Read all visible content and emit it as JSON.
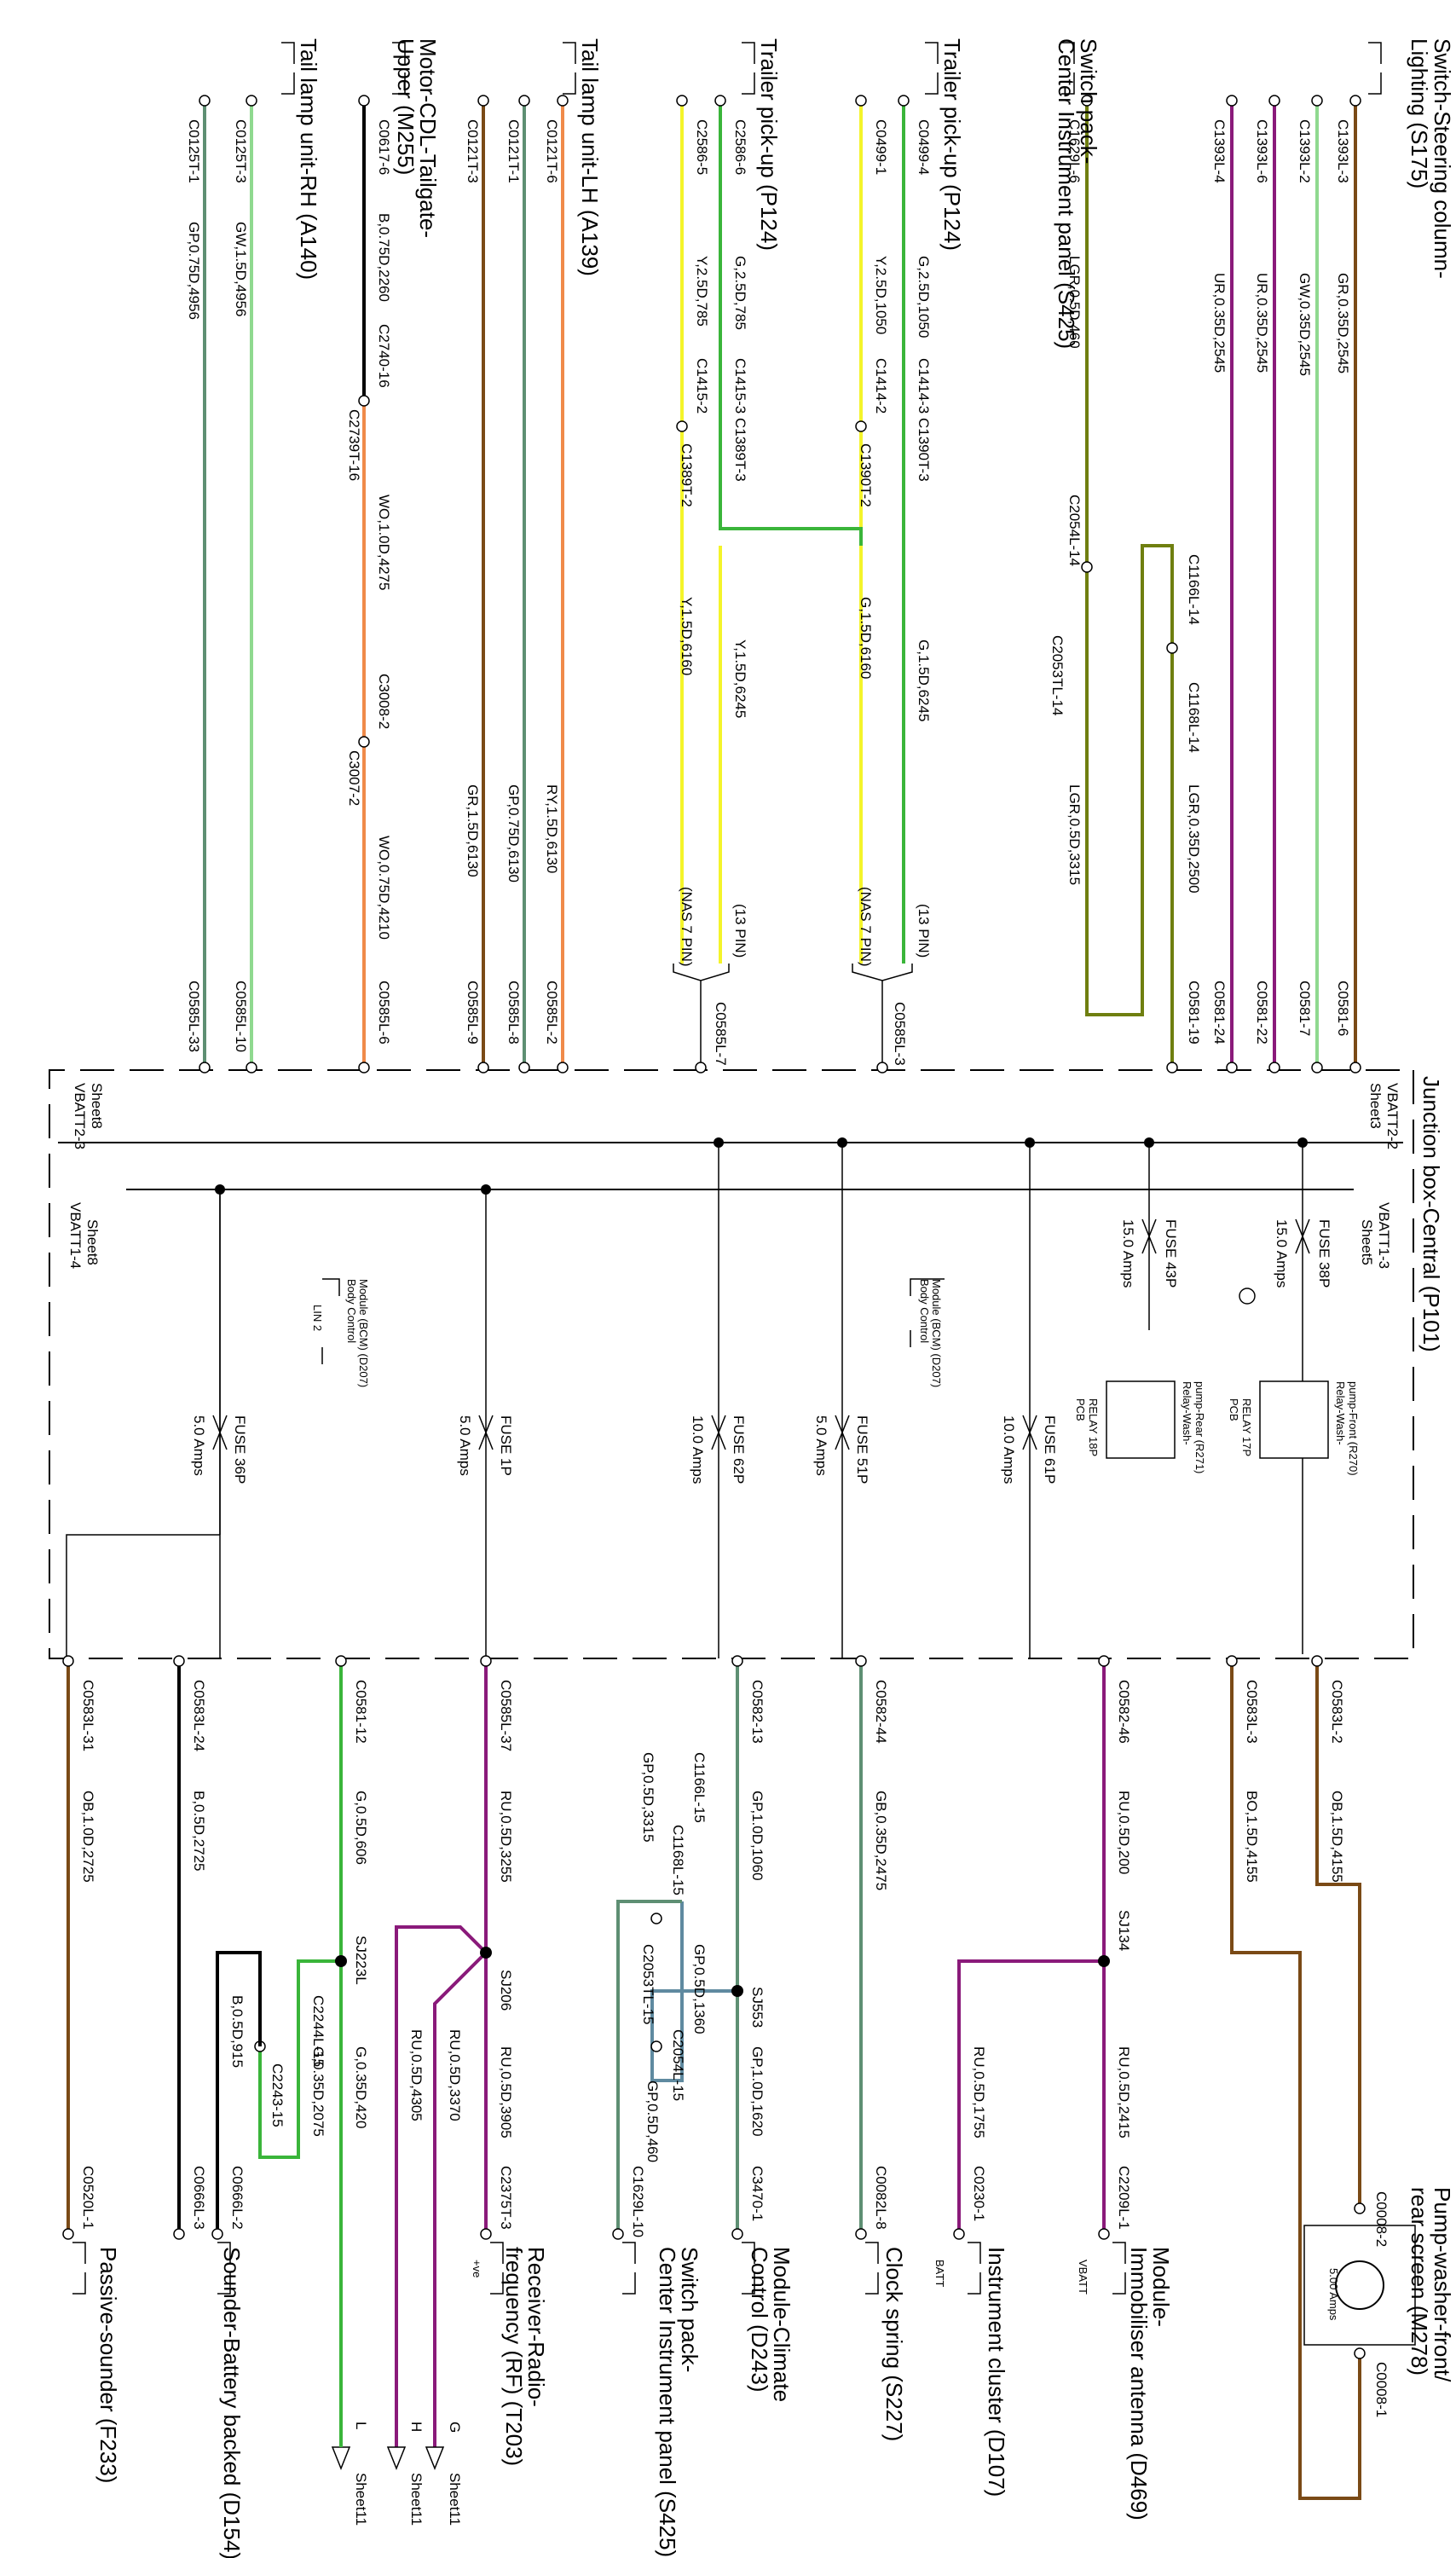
{
  "colors": {
    "brown": "#7a4a16",
    "purple": "#8a1a7a",
    "green": "#3ab53a",
    "light_green": "#8fd98f",
    "gray_green": "#5e8f73",
    "black": "#000000",
    "orange": "#f08a4a",
    "yellow": "#f4f42a",
    "olive": "#6f7f10",
    "slate": "#5f8aa0"
  },
  "top_components": {
    "switch_steering": {
      "line1": "Switch-Steering column-",
      "line2": "Lighting (S175)"
    },
    "switch_pack_top": {
      "line1": "Switch pack-",
      "line2": "Center Instrument panel (S425)"
    },
    "trailer_pickup_1": {
      "line1": "Trailer pick-up (P124)"
    },
    "trailer_pickup_2": {
      "line1": "Trailer pick-up (P124)"
    },
    "tail_lamp_lh": {
      "line1": "Tail lamp unit-LH (A139)"
    },
    "motor_cdl": {
      "line1": "Motor-CDL-Tailgate-",
      "line2": "Upper (M255)"
    },
    "tail_lamp_rh": {
      "line1": "Tail lamp unit-RH (A140)"
    }
  },
  "junction_box": {
    "title": "Junction box-Central (P101)",
    "vbatt2_top": "VBATT2-2",
    "sheet3": "Sheet3",
    "vbatt1_top": "VBATT1-3",
    "sheet5": "Sheet5",
    "vbatt2_bottom": "VBATT2-3",
    "sheet8a": "Sheet8",
    "vbatt1_bottom": "VBATT1-4",
    "sheet8b": "Sheet8"
  },
  "fuses": [
    {
      "name": "FUSE 38P",
      "rating": "15.0 Amps"
    },
    {
      "name": "FUSE 43P",
      "rating": "15.0 Amps"
    },
    {
      "name": "FUSE 61P",
      "rating": "10.0 Amps"
    },
    {
      "name": "FUSE 51P",
      "rating": "5.0 Amps"
    },
    {
      "name": "FUSE 62P",
      "rating": "10.0 Amps"
    },
    {
      "name": "FUSE 1P",
      "rating": "5.0 Amps"
    },
    {
      "name": "FUSE 36P",
      "rating": "5.0 Amps"
    }
  ],
  "relays": {
    "front": {
      "line1": "Relay-Wash-",
      "line2": "pump-Front (R270)",
      "pcb1": "RELAY 17P",
      "pcb2": "PCB"
    },
    "rear": {
      "line1": "Relay-Wash-",
      "line2": "pump-Rear (R271)",
      "pcb1": "RELAY 18P",
      "pcb2": "PCB"
    }
  },
  "bcm": {
    "upper": {
      "line1": "Body Control",
      "line2": "Module (BCM) (D207)"
    },
    "lower": {
      "line1": "Body Control",
      "line2": "Module (BCM) (D207)",
      "pin": "LIN 2"
    }
  },
  "top_wires": [
    {
      "c1": "C1393L-3",
      "spec": "GR,0.35D,2545",
      "c2": "C0581-6"
    },
    {
      "c1": "C1393L-2",
      "spec": "GW,0.35D,2545",
      "c2": "C0581-7"
    },
    {
      "c1": "C1393L-6",
      "spec": "UR,0.35D,2545",
      "c2": "C0581-22"
    },
    {
      "c1": "C1393L-4",
      "spec": "UR,0.35D,2545",
      "c2": "C0581-24"
    },
    {
      "c1": "C1629L-6",
      "spec": "LGR,0.5D,460",
      "c2": "C0581-19"
    },
    {
      "c1": "C0499-4",
      "spec": "G,2.5D,1050"
    },
    {
      "c1": "C0499-1",
      "spec": "Y,2.5D,1050"
    },
    {
      "c1": "C2586-6",
      "spec": "G,2.5D,785"
    },
    {
      "c1": "C2586-5",
      "spec": "Y,2.5D,785"
    },
    {
      "c1": "C0121T-6",
      "spec": "RY,1.5D,6130",
      "c2": "C0585L-2"
    },
    {
      "c1": "C0121T-1",
      "spec": "GP,0.75D,6130",
      "c2": "C0585L-8"
    },
    {
      "c1": "C0121T-3",
      "spec": "GR,1.5D,6130",
      "c2": "C0585L-9"
    },
    {
      "c1": "C0617-6",
      "spec": "B,0.75D,2260"
    },
    {
      "c1": "C0125T-3",
      "spec": "GW,1.5D,4956",
      "c2": "C0585L-10"
    },
    {
      "c1": "C0125T-1",
      "spec": "GP,0.75D,4956",
      "c2": "C0585L-33"
    }
  ],
  "top_inline": {
    "c1166l": "C1166L-14",
    "c1168l": "C1168L-14",
    "c2054l": "C2054L-14",
    "c2053tl": "C2053TL-14",
    "spec_2500": "LGR,0.35D,2500",
    "spec_3315": "LGR,0.5D,3315",
    "c1414_3": "C1414-3",
    "c1390t_3": "C1390T-3",
    "c1414_2": "C1414-2",
    "c1390t_2": "C1390T-2",
    "c1415_3": "C1415-3",
    "c1389t_3": "C1389T-3",
    "c1415_2": "C1415-2",
    "c1389t_2": "C1389T-2",
    "g6245": "G,1.5D,6245",
    "y6245": "Y,1.5D,6245",
    "g6160": "G,1.5D,6160",
    "y6160": "Y,1.5D,6160",
    "pin13a": "(13 PIN)",
    "nas7a": "(NAS 7 PIN)",
    "pin13b": "(13 PIN)",
    "nas7b": "(NAS 7 PIN)",
    "c0585l_3": "C0585L-3",
    "c0585l_7": "C0585L-7",
    "c2740": "C2740-16",
    "c2739t": "C2739T-16",
    "wo4275": "WO,1.0D,4275",
    "c3008": "C3008-2",
    "c3007": "C3007-2",
    "wo4210": "WO,0.75D,4210",
    "c0585l_6": "C0585L-6"
  },
  "bottom_wires": [
    {
      "c1": "C0583L-2",
      "spec": "OB,1.5D,4155"
    },
    {
      "c1": "C0583L-3",
      "spec": "BO,1.5D,4155"
    },
    {
      "c1": "C0582-46",
      "spec": "RU,0.5D,200",
      "splice": "SJ134",
      "spec2": "RU,0.5D,2415",
      "c2": "C2209L-1",
      "branch_spec": "RU,0.5D,1755",
      "branch_c": "C0230-1"
    },
    {
      "c1": "C0582-44",
      "spec": "GB,0.35D,2475",
      "c2": "C0082L-8"
    },
    {
      "c1": "C0582-13",
      "spec": "GP,1.0D,1060",
      "splice": "SJ553",
      "spec2": "GP,1.0D,1620",
      "c2": "C3470-1"
    },
    {
      "c1": "C0585L-37",
      "spec": "RU,0.5D,3255",
      "splice": "SJ206",
      "spec2": "RU,0.5D,3905",
      "c2": "C2375T-3"
    },
    {
      "c1": "C0581-12",
      "spec": "G,0.5D,606",
      "splice": "SJ223L",
      "spec2": "G,0.35D,420"
    },
    {
      "c1": "C0583L-24",
      "spec": "B,0.5D,2725",
      "c2": "C0666L-3"
    },
    {
      "c1": "C0583L-31",
      "spec": "OB,1.0D,2725",
      "c2": "C0520L-1"
    }
  ],
  "bottom_inline": {
    "c1166l": "C1166L-15",
    "c1168l": "C1168L-15",
    "gp3315": "GP,0.5D,3315",
    "gp1360": "GP,0.5D,1360",
    "c2053tl": "C2053TL-15",
    "c2054l": "C2054L-15",
    "gp460": "GP,0.5D,460",
    "c1629l": "C1629L-10",
    "ru3370": "RU,0.5D,3370",
    "ru4305": "RU,0.5D,4305",
    "c2244l": "C2244L-15",
    "c2243": "C2243-15",
    "g2075": "G,0.35D,2075",
    "b915": "B,0.5D,915",
    "c0666l_2": "C0666L-2",
    "c0008_2": "C0008-2",
    "c0008_1": "C0008-1",
    "pump_amps": "5.00 Amps"
  },
  "bottom_components": {
    "pump_washer": {
      "line1": "Pump-washer-front/",
      "line2": "rear screen (M278)"
    },
    "immobiliser": {
      "line1": "Module-",
      "line2": "Immobiliser antenna (D469)",
      "pin": "VBATT"
    },
    "cluster": {
      "line1": "Instrument cluster (D107)",
      "pin": "BATT"
    },
    "clock_spring": {
      "line1": "Clock spring (S227)"
    },
    "climate": {
      "line1": "Module-Climate",
      "line2": "Control (D243)"
    },
    "switch_pack": {
      "line1": "Switch pack-",
      "line2": "Center Instrument panel (S425)"
    },
    "rf": {
      "line1": "Receiver-Radio-",
      "line2": "frequency (RF) (T203)",
      "pin": "+ve"
    },
    "sounder_battery": {
      "line1": "Sounder-Battery backed (D154)"
    },
    "passive_sounder": {
      "line1": "Passive-sounder (F233)"
    }
  },
  "sheet_refs": [
    {
      "pin": "G",
      "sheet": "Sheet11"
    },
    {
      "pin": "H",
      "sheet": "Sheet11"
    },
    {
      "pin": "L",
      "sheet": "Sheet11"
    }
  ]
}
